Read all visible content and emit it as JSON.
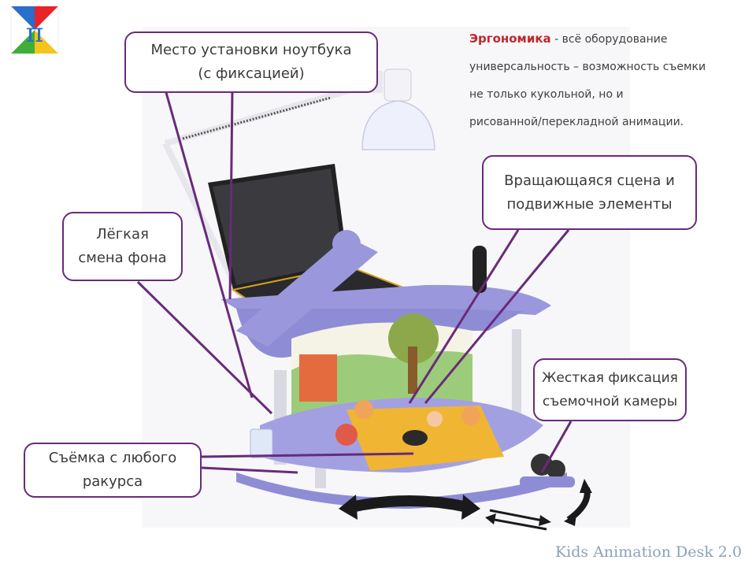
{
  "slide": {
    "logo_symbol": "π",
    "ergonomics": {
      "heading": "Эргономика",
      "lines": [
        " - всё оборудование",
        "универсальность – возможность съемки",
        "не только кукольной, но и",
        "рисованной/перекладной анимации."
      ]
    },
    "callouts": {
      "laptop": [
        "Место установки ноутбука",
        "(с фиксацией)"
      ],
      "background": [
        "Лёгкая",
        "смена фона"
      ],
      "stage": [
        "Вращающаяся сцена и",
        "подвижные элементы"
      ],
      "camera": [
        "Жесткая фиксация",
        "съемочной камеры"
      ],
      "angle": [
        "Съёмка с любого",
        "ракурса"
      ]
    },
    "footer": "Kids Animation Desk 2.0"
  },
  "colors": {
    "callout_border": "#6a2a7a",
    "heading_red": "#c0262d",
    "desk_lavender": "#9a97dc",
    "footer_text": "#8aa2b8"
  },
  "icons": [
    "pi-logo-icon",
    "rotate-arrow-icon",
    "move-arrows-icon"
  ]
}
